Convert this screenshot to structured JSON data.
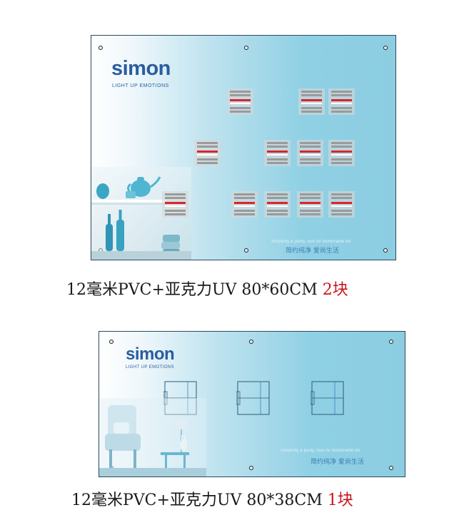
{
  "board_top": {
    "logo": "simon",
    "tagline": "LIGHT UP EMOTIONS",
    "slogan_en": "Simplicity & purity, love for fashionable life",
    "slogan_cn": "简约纯净 爱尚生活",
    "caption_main": "12毫米PVC+亚克力UV 80*60CM ",
    "caption_qty": "2块"
  },
  "board_bottom": {
    "logo": "simon",
    "tagline": "LIGHT UP EMOTIONS",
    "slogan_en": "Simplicity & purity, love for fashionable life",
    "slogan_cn": "简约纯净 爱尚生活",
    "caption_main": "12毫米PVC+亚克力UV 80*38CM ",
    "caption_qty": "1块"
  },
  "colors": {
    "brand_blue": "#2a5d9f",
    "board_cyan": "#8ccde2",
    "spec_red": "#d9262c",
    "caption_red": "#c8161d"
  }
}
